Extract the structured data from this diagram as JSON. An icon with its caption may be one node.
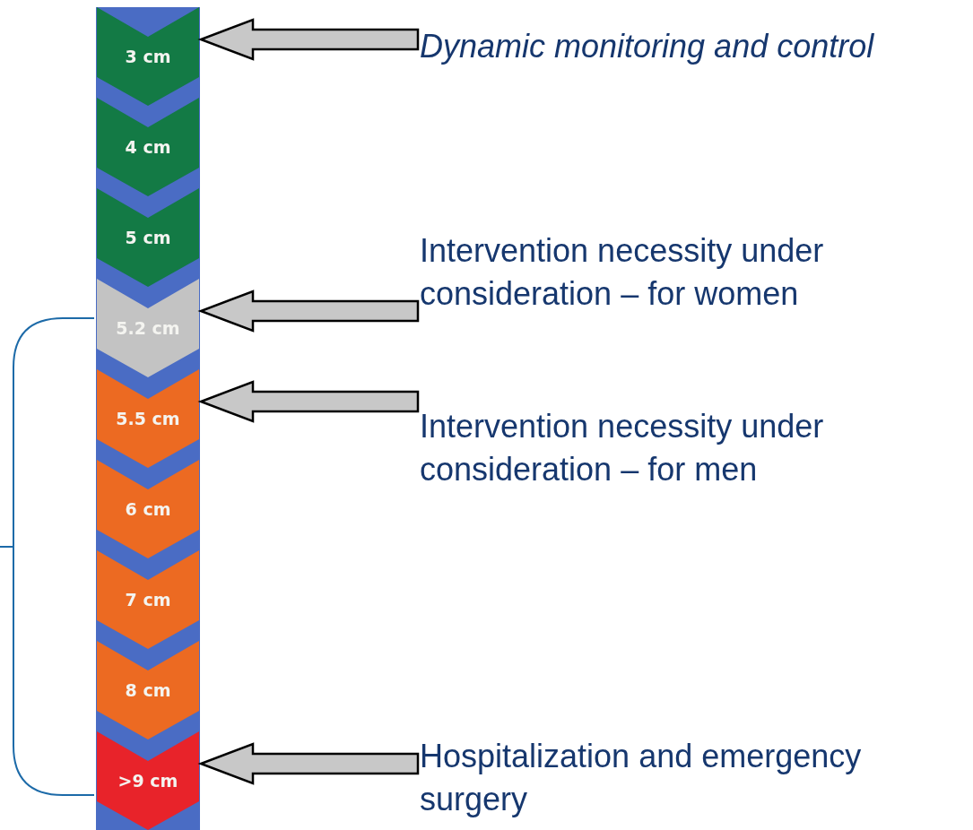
{
  "diagram": {
    "nodes": [
      {
        "text": [
          "3 cm"
        ]
      },
      {
        "text": [
          "4 cm"
        ]
      },
      {
        "text": [
          "5 cm"
        ]
      },
      {
        "text": [
          "5.2 cm"
        ]
      },
      {
        "text": [
          "5.5 cm"
        ]
      },
      {
        "text": [
          "6 cm"
        ]
      },
      {
        "text": [
          "7 cm"
        ]
      },
      {
        "text": [
          "8 cm"
        ]
      },
      {
        "text": [
          ">9 cm"
        ]
      },
      {
        "text": [
          "Dynamic monitoring and control"
        ]
      },
      {
        "text": [
          "Intervention necessity under consideration – for women"
        ]
      },
      {
        "text": [
          "Intervention necessity under consideration – for men"
        ]
      },
      {
        "text": [
          "Hospitalization and emergency surgery"
        ]
      }
    ],
    "edges": [
      {
        "from": 9,
        "to": 0,
        "arrow": "to"
      },
      {
        "from": 10,
        "to": 3,
        "arrow": "to"
      },
      {
        "from": 11,
        "to": 4,
        "arrow": "to"
      },
      {
        "from": 12,
        "to": 8,
        "arrow": "to"
      }
    ]
  }
}
